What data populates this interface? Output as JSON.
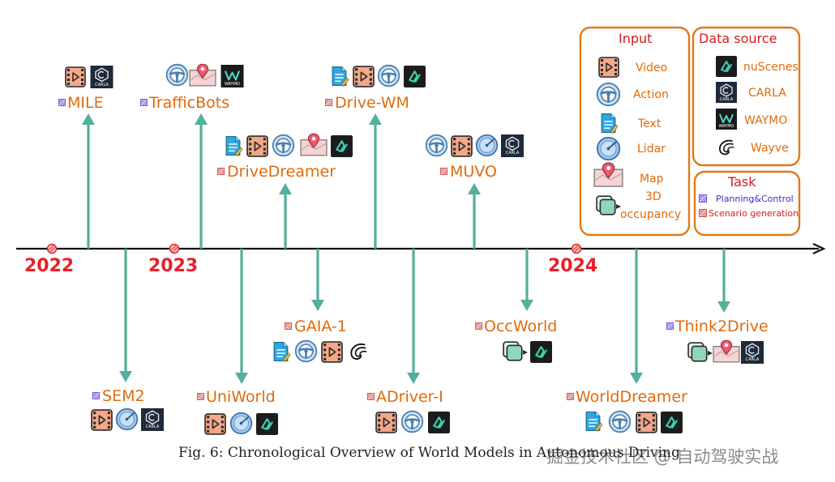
{
  "years": [
    "2022",
    "2023",
    "2024"
  ],
  "models": {
    "mile": "MILE",
    "trafficbots": "TrafficBots",
    "drivewm": "Drive-WM",
    "drivedreamer": "DriveDreamer",
    "muvo": "MUVO",
    "sem2": "SEM2",
    "uniworld": "UniWorld",
    "gaia1": "GAIA-1",
    "adriver": "ADriver-I",
    "occworld": "OccWorld",
    "worlddreamer": "WorldDreamer",
    "think2drive": "Think2Drive"
  },
  "legend": {
    "input": {
      "title": "Input",
      "video": "Video",
      "action": "Action",
      "text": "Text",
      "lidar": "Lidar",
      "map": "Map",
      "occ1": "3D",
      "occ2": "occupancy"
    },
    "source": {
      "title": "Data source",
      "nuscenes": "nuScenes",
      "carla": "CARLA",
      "waymo": "WAYMO",
      "wayve": "Wayve"
    },
    "task": {
      "title": "Task",
      "planning": "Planning&Control",
      "scenario": "Scenario generation"
    }
  },
  "icon_text": {
    "carla": "CARLA",
    "waymo": "WAYMO"
  },
  "caption": "Fig. 6: Chronological Overview of World Models in Autonomous Driving",
  "watermark": "掘金技术社区 @ 自动驾驶实战",
  "colors": {
    "timeline": "#111111",
    "arrow": "#52b09b",
    "model_label": "#e06a0a",
    "year": "#e8202a",
    "legend_border": "#e07a1a",
    "video_bg": "#f4a889",
    "planning_tag": "#8a6ed8",
    "scenario_tag": "#e06b6b"
  }
}
